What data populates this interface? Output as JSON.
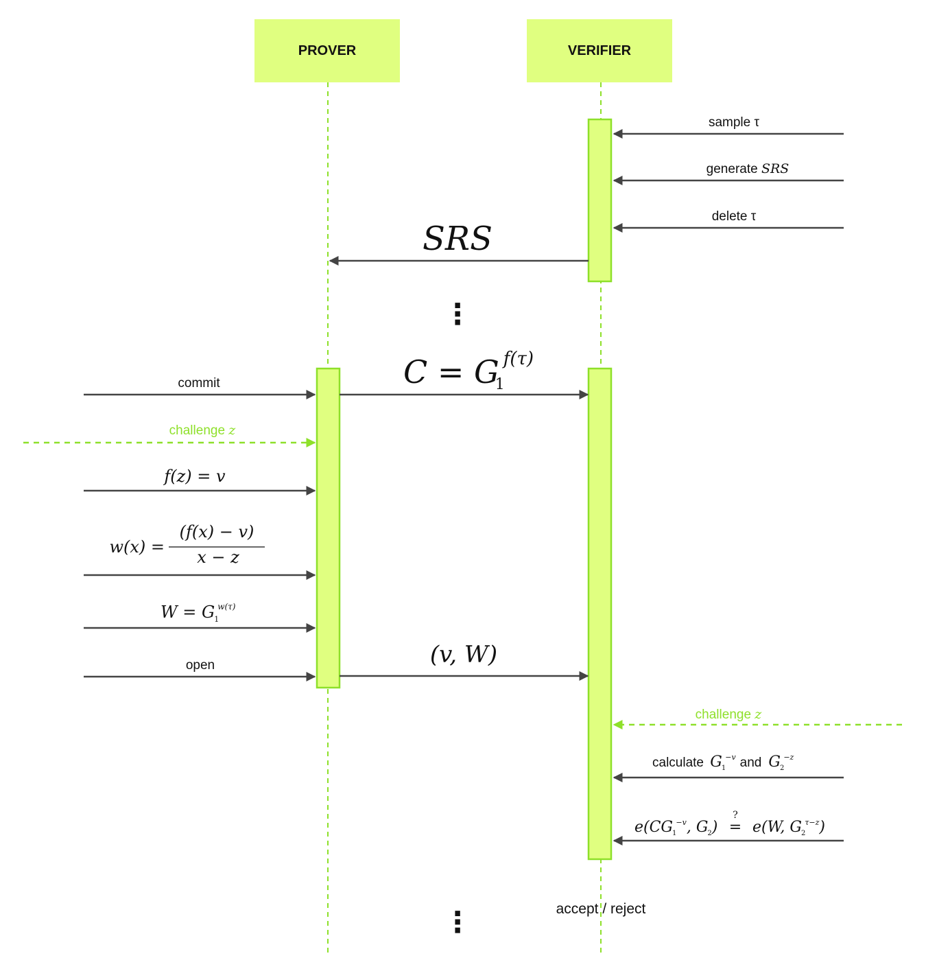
{
  "participants": {
    "prover": "PROVER",
    "verifier": "VERIFIER"
  },
  "setup": {
    "sample_label": "sample τ",
    "generate_label": "generate",
    "generate_math": "SRS",
    "delete_label": "delete τ",
    "srs_message": "SRS"
  },
  "ellipsis": "⋮",
  "prover_steps": {
    "commit": "commit",
    "challenge": "challenge",
    "challenge_var": "z",
    "eval": "f(z) = v",
    "witness_lhs": "w(x) =",
    "witness_num": "(f(x) − v)",
    "witness_den": "x − z",
    "w_base": "W = G",
    "w_sub": "1",
    "w_sup": "w(τ)",
    "open": "open"
  },
  "messages": {
    "commitment_base": "C = G",
    "commitment_sub": "1",
    "commitment_sup": "f(τ)",
    "opening": "(v, W)"
  },
  "verifier_steps": {
    "challenge": "challenge",
    "challenge_var": "z",
    "calculate": "calculate",
    "g1_base": "G",
    "g1_sub": "1",
    "g1_sup": "−v",
    "and": "and",
    "g2_base": "G",
    "g2_sub": "2",
    "g2_sup": "−z",
    "pairing_left": "e(CG",
    "pairing_left_sub": "1",
    "pairing_left_sup": "−v",
    "pairing_left_tail": ", G",
    "pairing_left_tail_sub": "2",
    "pairing_left_close": ")",
    "pairing_q": "?",
    "pairing_eq": "=",
    "pairing_right": "e(W, G",
    "pairing_right_sub": "2",
    "pairing_right_sup": "τ−z",
    "pairing_right_close": ")",
    "result": "accept / reject"
  },
  "colors": {
    "accent": "#e0ff80",
    "accent_stroke": "#8ee02a",
    "line": "#444444",
    "challenge": "#8ee02a"
  }
}
